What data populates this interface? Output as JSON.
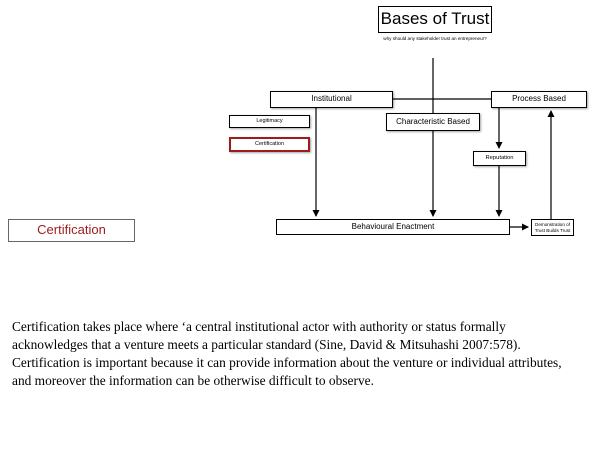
{
  "diagram": {
    "title": "Bases of Trust",
    "subtitle": "why should any stakeholder trust an entrepreneur?",
    "nodes": {
      "institutional": "Institutional",
      "process_based": "Process Based",
      "legitimacy": "Legitimacy",
      "certification": "Certification",
      "characteristic_based": "Characteristic Based",
      "reputation": "Reputation",
      "behavioural_enactment": "Behavioural Enactment",
      "demonstration": "Demonstration of Trust Builds Trust"
    },
    "colors": {
      "highlight": "#9b1c1c",
      "line": "#000000"
    }
  },
  "section_label": "Certification",
  "body_text": "Certification takes place where ‘a central institutional actor with authority or status formally acknowledges that a venture meets a particular standard (Sine, David & Mitsuhashi 2007:578). Certification is important because it can provide information about the venture or individual attributes, and moreover the information can be otherwise difficult to observe."
}
